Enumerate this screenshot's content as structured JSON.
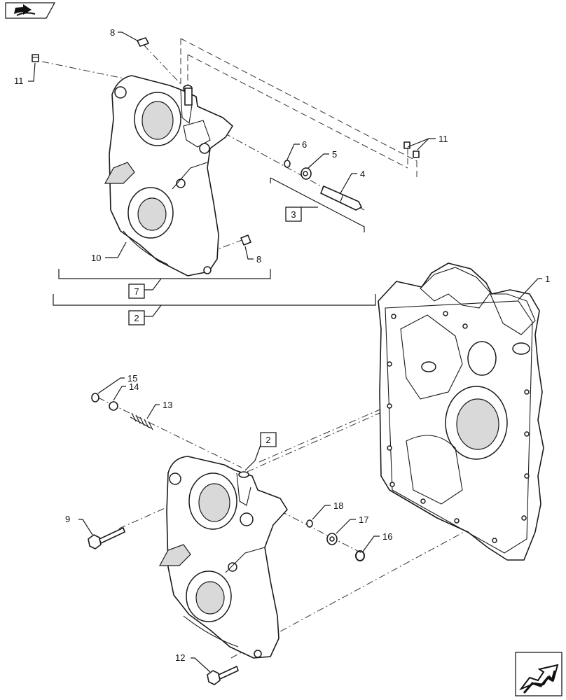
{
  "callouts": {
    "c1": "1",
    "c2_top": "2",
    "c2_mid": "2",
    "c3": "3",
    "c4": "4",
    "c5": "5",
    "c6": "6",
    "c7": "7",
    "c8_top": "8",
    "c8_mid": "8",
    "c9": "9",
    "c10": "10",
    "c11_left": "11",
    "c11_right": "11",
    "c12": "12",
    "c13": "13",
    "c14": "14",
    "c15": "15",
    "c16": "16",
    "c17": "17",
    "c18": "18"
  },
  "icons": {
    "top_left": "book-arrow-icon",
    "bottom_right": "next-page-arrow-icon"
  }
}
